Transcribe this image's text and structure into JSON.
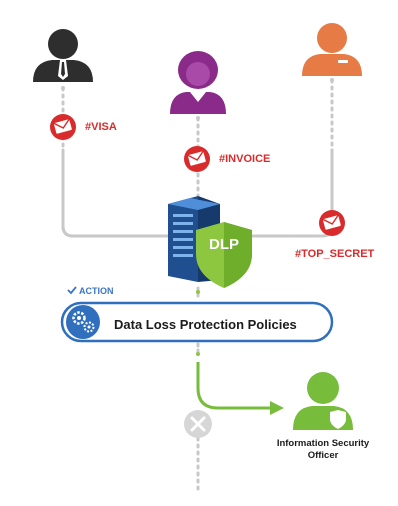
{
  "tags": {
    "visa": "#VISA",
    "invoice": "#INVOICE",
    "top_secret": "#TOP_SECRET"
  },
  "dlp_label": "DLP",
  "action_label": "ACTION",
  "policy_label": "Data Loss Protection Policies",
  "officer_label": "Information Security Officer",
  "icons": {
    "users": [
      "user-tie-icon",
      "user-woman-icon",
      "user-orange-icon"
    ],
    "mail": "envelope-icon",
    "server": "server-icon",
    "shield": "shield-icon",
    "gears": "gears-icon",
    "blocked": "blocked-x-icon",
    "check": "check-icon"
  },
  "colors": {
    "user1": "#2e2e2e",
    "user2": "#8a2b8a",
    "user3": "#e77b45",
    "mail_red": "#d92b2b",
    "connector": "#c8c8c8",
    "dlp_green": "#8dc63f",
    "policy_blue": "#2f6fbd",
    "officer_green": "#77bd3b",
    "blocked_gray": "#d6d6d6"
  }
}
